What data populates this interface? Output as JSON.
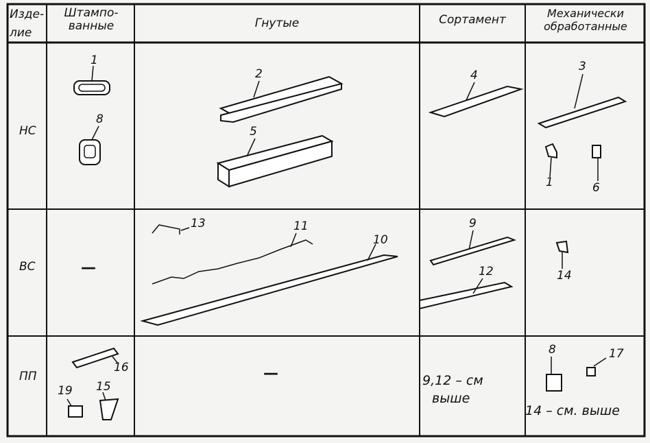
{
  "header": {
    "col_item": [
      "Изде-",
      "лие"
    ],
    "col_stamped": [
      "Штампо-",
      "ванные"
    ],
    "col_bent": "Гнутые",
    "col_assortment": "Сортамент",
    "col_machined": [
      "Механически",
      "обработанные"
    ]
  },
  "rows": [
    {
      "label": "НС",
      "stamped_parts": [
        "1",
        "8"
      ],
      "bent_parts": [
        "2",
        "5"
      ],
      "assortment_parts": [
        "4"
      ],
      "machined_parts": [
        "3",
        "1",
        "6"
      ]
    },
    {
      "label": "ВС",
      "stamped_dash": "—",
      "bent_parts": [
        "13",
        "11",
        "10"
      ],
      "assortment_parts": [
        "9",
        "12"
      ],
      "machined_parts": [
        "14"
      ]
    },
    {
      "label": "ПП",
      "stamped_parts": [
        "16",
        "15",
        "19"
      ],
      "bent_dash": "—",
      "assortment_note": [
        "9,12 – см",
        "выше"
      ],
      "machined_parts": [
        "8",
        "17"
      ],
      "machined_note": "14 – см. выше"
    }
  ]
}
